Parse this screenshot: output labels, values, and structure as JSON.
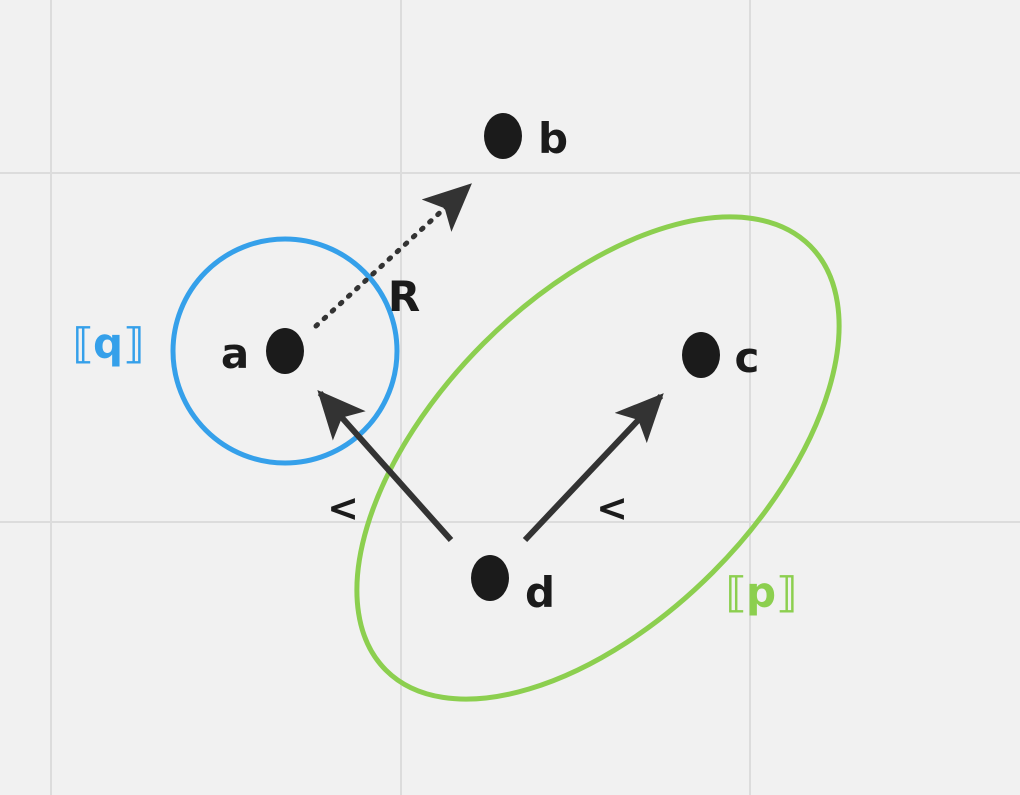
{
  "diagram": {
    "nodes": [
      {
        "id": "a",
        "label": "a"
      },
      {
        "id": "b",
        "label": "b"
      },
      {
        "id": "c",
        "label": "c"
      },
      {
        "id": "d",
        "label": "d"
      }
    ],
    "edges": [
      {
        "from": "a",
        "to": "b",
        "label": "R",
        "style": "dotted"
      },
      {
        "from": "d",
        "to": "a",
        "label": "<",
        "style": "solid"
      },
      {
        "from": "d",
        "to": "c",
        "label": "<",
        "style": "solid"
      }
    ],
    "regions": [
      {
        "name": "q",
        "label": "⟦q⟧",
        "color": "#35a0ea",
        "contains": [
          "a"
        ]
      },
      {
        "name": "p",
        "label": "⟦p⟧",
        "color": "#8ccf4f",
        "contains": [
          "c",
          "d"
        ]
      }
    ]
  },
  "colors": {
    "background": "#f1f1f1",
    "grid": "#dcdcdc",
    "node": "#1b1b1b",
    "arrow": "#333333"
  }
}
